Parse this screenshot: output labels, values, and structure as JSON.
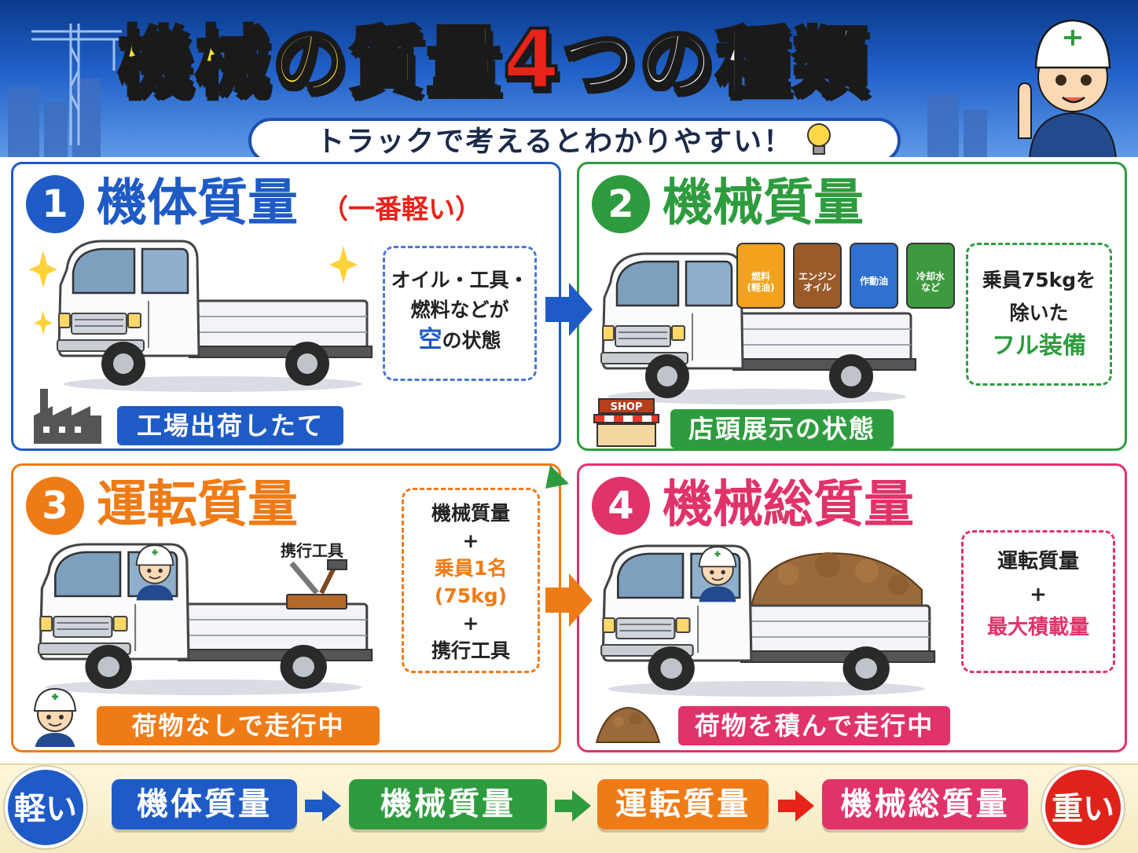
{
  "header": {
    "title_part1": "機械の質量",
    "title_part2": "4",
    "title_part3": "つの種類",
    "subtitle": "トラックで考えるとわかりやすい！"
  },
  "panels": [
    {
      "number": "1",
      "title": "機体質量",
      "note": "（一番軽い）",
      "box_lines": [
        "オイル・工具・",
        "燃料などが"
      ],
      "box_emph": "空",
      "box_tail": "の状態",
      "label": "工場出荷したて",
      "color": "#1e5bc6"
    },
    {
      "number": "2",
      "title": "機械質量",
      "box_lines": [
        "乗員75kgを",
        "除いた"
      ],
      "box_emph": "フル装備",
      "label": "店頭展示の状態",
      "cans": [
        "燃料\n(軽油)",
        "エンジン\nオイル",
        "作動油",
        "冷却水\nなど"
      ],
      "shop_sign": "SHOP",
      "color": "#2e9c3e"
    },
    {
      "number": "3",
      "title": "運転質量",
      "tool_label": "携行工具",
      "box_lines": [
        "機械質量",
        "+"
      ],
      "box_emph": "乗員1名",
      "box_emph2": "(75kg)",
      "box_tail_lines": [
        "+",
        "携行工具"
      ],
      "label": "荷物なしで走行中",
      "color": "#ef7b16"
    },
    {
      "number": "4",
      "title": "機械総質量",
      "box_lines": [
        "運転質量",
        "+"
      ],
      "box_emph": "最大積載量",
      "label": "荷物を積んで走行中",
      "color": "#e0336a"
    }
  ],
  "bottom": {
    "light": "軽い",
    "heavy": "重い",
    "steps": [
      "機体質量",
      "機械質量",
      "運転質量",
      "機械総質量"
    ]
  }
}
